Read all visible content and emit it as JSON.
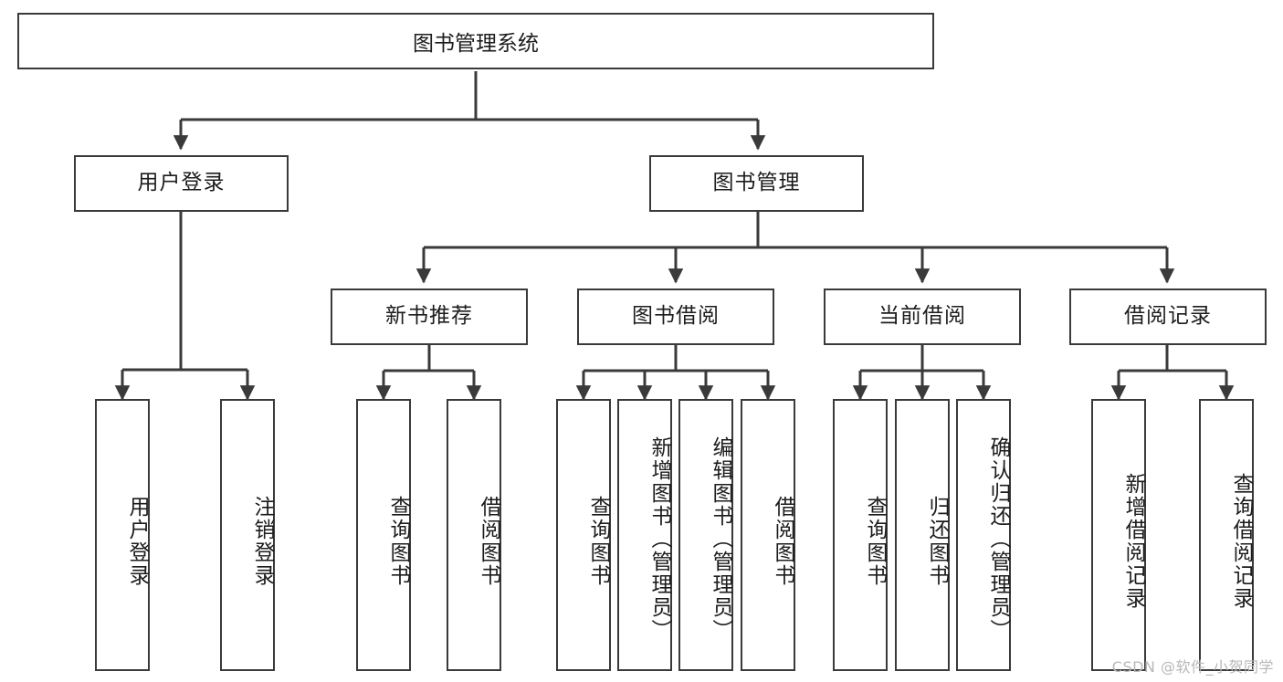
{
  "diagram": {
    "title_node": "图书管理系统",
    "watermark": "CSDN @软件_小贺同学",
    "level2": [
      {
        "label": "用户登录"
      },
      {
        "label": "图书管理"
      }
    ],
    "level3": [
      {
        "label": "新书推荐"
      },
      {
        "label": "图书借阅"
      },
      {
        "label": "当前借阅"
      },
      {
        "label": "借阅记录"
      }
    ],
    "leaves": {
      "user_login": [
        {
          "label": "用户登录"
        },
        {
          "label": "注销登录"
        }
      ],
      "new_book": [
        {
          "label": "查询图书"
        },
        {
          "label": "借阅图书"
        }
      ],
      "book_borrow": [
        {
          "label": "查询图书"
        },
        {
          "label": "新增图书（管理员）"
        },
        {
          "label": "编辑图书（管理员）"
        },
        {
          "label": "借阅图书"
        }
      ],
      "current_borrow": [
        {
          "label": "查询图书"
        },
        {
          "label": "归还图书"
        },
        {
          "label": "确认归还（管理员）"
        }
      ],
      "borrow_record": [
        {
          "label": "新增借阅记录"
        },
        {
          "label": "查询借阅记录"
        }
      ]
    }
  },
  "colors": {
    "stroke": "#3a3a3a",
    "background": "#ffffff",
    "text": "#1c1c1c",
    "watermark": "#b8b8b8"
  }
}
